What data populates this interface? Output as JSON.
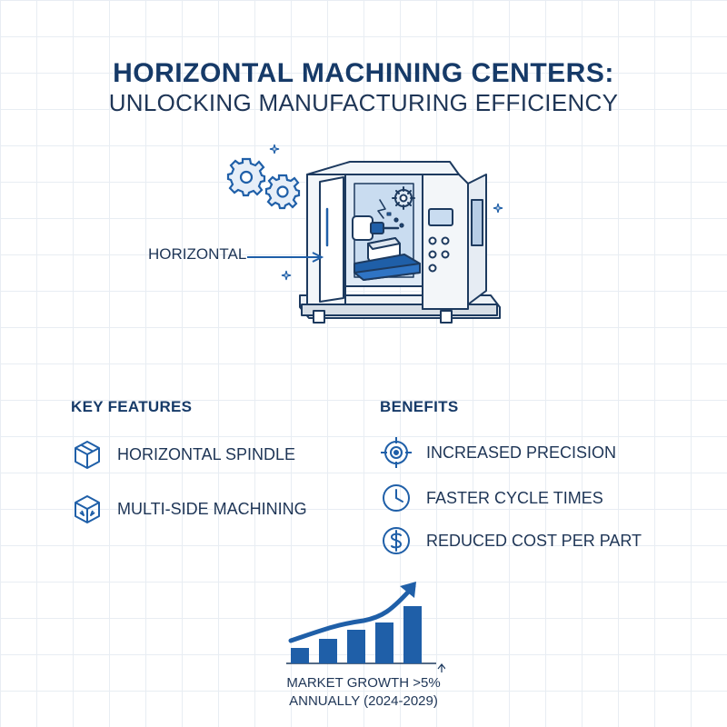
{
  "header": {
    "title": "HORIZONTAL MACHINING CENTERS:",
    "subtitle": "UNLOCKING MANUFACTURING EFFICIENCY"
  },
  "illustration": {
    "callout_label": "HORIZONTAL",
    "icons": [
      "gear-icon",
      "machine-icon",
      "arrow-icon"
    ]
  },
  "features": {
    "heading": "KEY FEATURES",
    "items": [
      {
        "label": "HORIZONTAL SPINDLE",
        "icon": "box-icon"
      },
      {
        "label": "MULTI-SIDE MACHINING",
        "icon": "rotating-box-icon"
      }
    ]
  },
  "benefits": {
    "heading": "BENEFITS",
    "items": [
      {
        "label": "INCREASED PRECISION",
        "icon": "target-icon"
      },
      {
        "label": "FASTER CYCLE TIMES",
        "icon": "clock-icon"
      },
      {
        "label": "REDUCED COST PER PART",
        "icon": "dollar-icon"
      }
    ]
  },
  "growth": {
    "caption_line1": "MARKET GROWTH >5%",
    "caption_line2": "ANNUALLY (2024-2029)",
    "icon": "growth-bar-chart-icon"
  },
  "colors": {
    "primary": "#1f5fa8",
    "dark_navy": "#163a68",
    "light_blue": "#dce8f5",
    "grid": "#e8edf3"
  }
}
